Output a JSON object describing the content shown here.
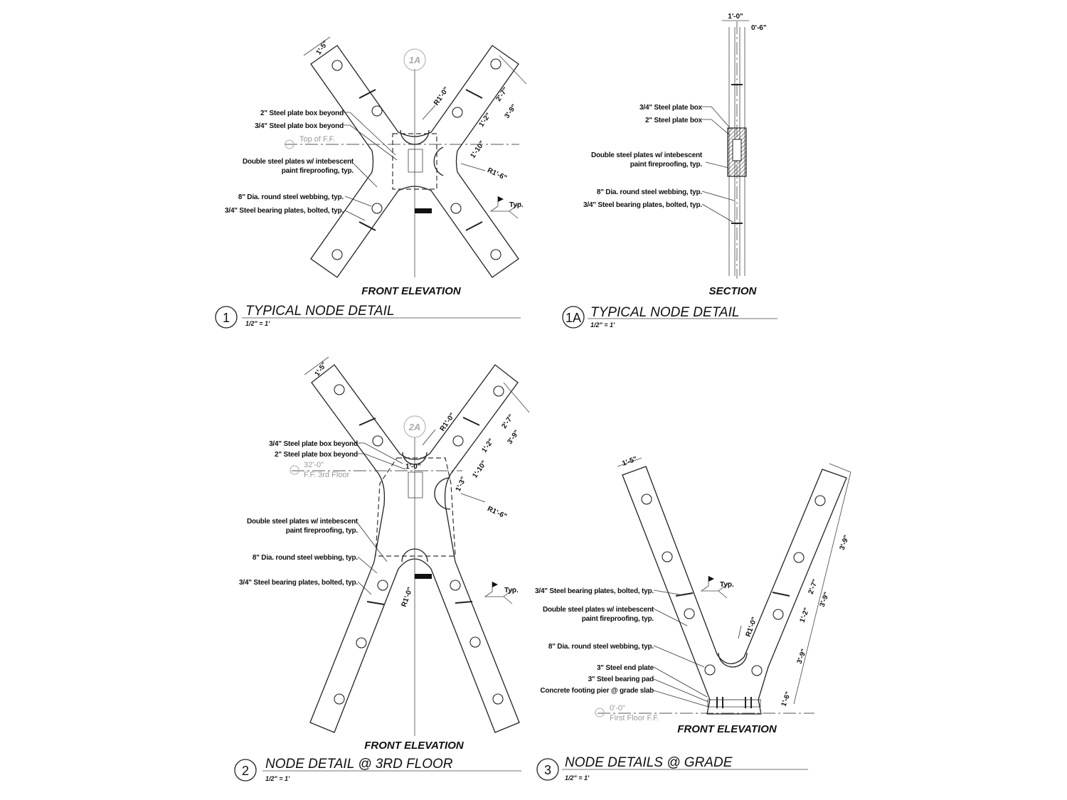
{
  "details": [
    {
      "number": "1",
      "title": "TYPICAL NODE DETAIL",
      "scale": "1/2\" = 1'",
      "view_label": "FRONT ELEVATION",
      "section_tag": "1A",
      "level_marker": {
        "line1": "Top of F.F."
      },
      "notes": [
        "2\" Steel plate box beyond",
        "3/4\" Steel plate box beyond",
        "Double steel plates w/ intebescent",
        "paint fireproofing, typ.",
        "8\" Dia. round steel webbing, typ.",
        "3/4\" Steel bearing plates, bolted, typ."
      ],
      "dimensions": [
        "1'-5\"",
        "R1'-0\"",
        "2'-7\"",
        "3'-9\"",
        "1'-2\"",
        "1'-10\"",
        "R1'-6\""
      ],
      "weld_note": "Typ."
    },
    {
      "number": "1A",
      "title": "TYPICAL NODE DETAIL",
      "scale": "1/2\" = 1'",
      "view_label": "SECTION",
      "notes": [
        "3/4\" Steel plate box",
        "2\" Steel plate box",
        "Double steel plates w/ intebescent",
        "paint fireproofing, typ.",
        "8\" Dia. round steel webbing, typ.",
        "3/4\" Steel bearing plates, bolted, typ."
      ],
      "dimensions": [
        "1'-0\"",
        "0'-6\""
      ]
    },
    {
      "number": "2",
      "title": "NODE DETAIL @ 3RD FLOOR",
      "scale": "1/2\" = 1'",
      "view_label": "FRONT ELEVATION",
      "section_tag": "2A",
      "level_marker": {
        "line1": "32'-0\"",
        "line2": "F.F. 3rd Floor"
      },
      "notes": [
        "3/4\" Steel plate box beyond",
        "2\" Steel plate box beyond",
        "Double steel plates w/ intebescent",
        "paint fireproofing, typ.",
        "8\" Dia. round steel webbing, typ.",
        "3/4\" Steel bearing plates, bolted, typ."
      ],
      "dimensions": [
        "1'-5\"",
        "R1'-0\"",
        "2'-7\"",
        "3'-9\"",
        "1'-2\"",
        "1'-0\"",
        "1'-10\"",
        "1'-3\"",
        "R1'-6\"",
        "R1'-0\""
      ],
      "weld_note": "Typ."
    },
    {
      "number": "3",
      "title": "NODE DETAILS @ GRADE",
      "scale": "1/2\" = 1'",
      "view_label": "FRONT ELEVATION",
      "level_marker": {
        "line1": "0'-0\"",
        "line2": "First Floor F.F."
      },
      "notes": [
        "3/4\" Steel bearing plates, bolted, typ.",
        "Double steel plates w/ intebescent",
        "paint fireproofing, typ.",
        "8\" Dia. round steel webbing, typ.",
        "3\" Steel end plate",
        "3\" Steel bearing pad",
        "Concrete footing pier @ grade slab"
      ],
      "dimensions": [
        "1'-5\"",
        "R1'-0\"",
        "3'-9\"",
        "2'-7\"",
        "3'-9\"",
        "1'-2\"",
        "3'-9\"",
        "1'-6\""
      ],
      "weld_note": "Typ."
    }
  ]
}
